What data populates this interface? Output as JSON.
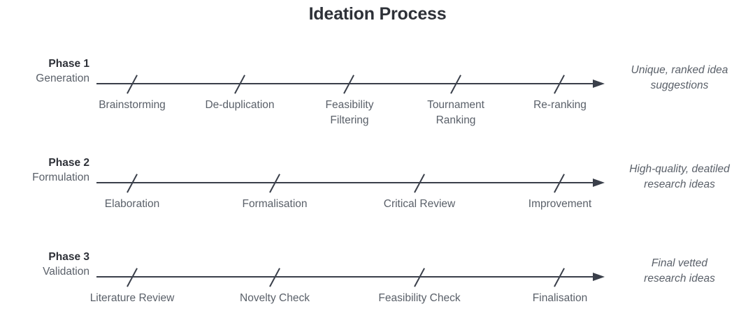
{
  "title": "Ideation Process",
  "colors": {
    "axis": "#3a3f4a",
    "title_text": "#2e3138",
    "label_text": "#5a6069",
    "background": "#ffffff"
  },
  "chart_data": {
    "type": "diagram",
    "title": "Ideation Process",
    "layout": "three horizontal timeline arrows, one per phase",
    "phases": [
      {
        "name": "Phase 1",
        "subtitle": "Generation",
        "steps": [
          "Brainstorming",
          "De-duplication",
          "Feasibility Filtering",
          "Tournament Ranking",
          "Re-ranking"
        ],
        "outcome": "Unique, ranked idea suggestions"
      },
      {
        "name": "Phase 2",
        "subtitle": "Formulation",
        "steps": [
          "Elaboration",
          "Formalisation",
          "Critical Review",
          "Improvement"
        ],
        "outcome": "High-quality, deatiled research ideas"
      },
      {
        "name": "Phase 3",
        "subtitle": "Validation",
        "steps": [
          "Literature Review",
          "Novelty Check",
          "Feasibility Check",
          "Finalisation"
        ],
        "outcome": "Final vetted research ideas"
      }
    ]
  },
  "phases": [
    {
      "name": "Phase 1",
      "subtitle": "Generation",
      "steps": [
        {
          "line1": "Brainstorming",
          "line2": ""
        },
        {
          "line1": "De-duplication",
          "line2": ""
        },
        {
          "line1": "Feasibility",
          "line2": "Filtering"
        },
        {
          "line1": "Tournament",
          "line2": "Ranking"
        },
        {
          "line1": "Re-ranking",
          "line2": ""
        }
      ],
      "outcome": {
        "line1": "Unique, ranked idea",
        "line2": "suggestions"
      }
    },
    {
      "name": "Phase 2",
      "subtitle": "Formulation",
      "steps": [
        {
          "line1": "Elaboration",
          "line2": ""
        },
        {
          "line1": "Formalisation",
          "line2": ""
        },
        {
          "line1": "Critical Review",
          "line2": ""
        },
        {
          "line1": "Improvement",
          "line2": ""
        }
      ],
      "outcome": {
        "line1": "High-quality, deatiled",
        "line2": "research ideas"
      }
    },
    {
      "name": "Phase 3",
      "subtitle": "Validation",
      "steps": [
        {
          "line1": "Literature Review",
          "line2": ""
        },
        {
          "line1": "Novelty Check",
          "line2": ""
        },
        {
          "line1": "Feasibility Check",
          "line2": ""
        },
        {
          "line1": "Finalisation",
          "line2": ""
        }
      ],
      "outcome": {
        "line1": "Final vetted",
        "line2": "research ideas"
      }
    }
  ]
}
